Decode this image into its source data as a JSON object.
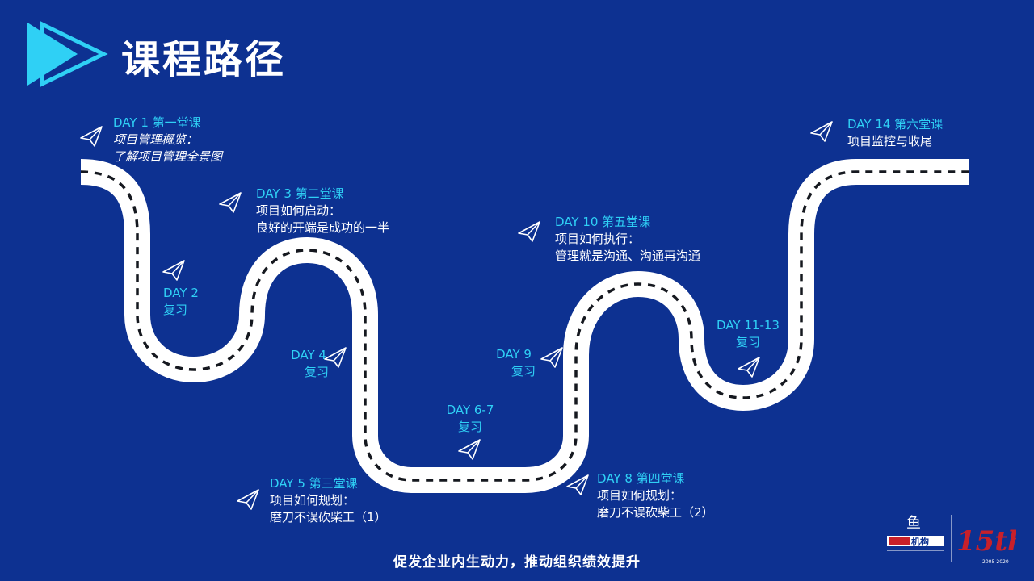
{
  "title": "课程路径",
  "footer": "促发企业内生动力，推动组织绩效提升",
  "colors": {
    "background": "#0d3191",
    "accent": "#2fd0f5",
    "road": "#ffffff",
    "road_marking": "#15181f"
  },
  "stops": [
    {
      "day": "DAY 1 第一堂课",
      "line1": "项目管理概览：",
      "line2": "了解项目管理全景图"
    },
    {
      "day": "DAY 2",
      "line1": "复习"
    },
    {
      "day": "DAY 3 第二堂课",
      "line1": "项目如何启动：",
      "line2": "良好的开端是成功的一半"
    },
    {
      "day": "DAY 4",
      "line1": "复习"
    },
    {
      "day": "DAY 5 第三堂课",
      "line1": "项目如何规划：",
      "line2": "磨刀不误砍柴工（1）"
    },
    {
      "day": "DAY 6-7",
      "line1": "复习"
    },
    {
      "day": "DAY 8 第四堂课",
      "line1": "项目如何规划：",
      "line2": "磨刀不误砍柴工（2）"
    },
    {
      "day": "DAY 9",
      "line1": "复习"
    },
    {
      "day": "DAY 10 第五堂课",
      "line1": "项目如何执行：",
      "line2": "管理就是沟通、沟通再沟通"
    },
    {
      "day": "DAY 11-13",
      "line1": "复习"
    },
    {
      "day": "DAY 14 第六堂课",
      "line1": "项目监控与收尾"
    }
  ],
  "logo": {
    "name": "机构",
    "badge": "15th",
    "years": "2005-2020"
  }
}
